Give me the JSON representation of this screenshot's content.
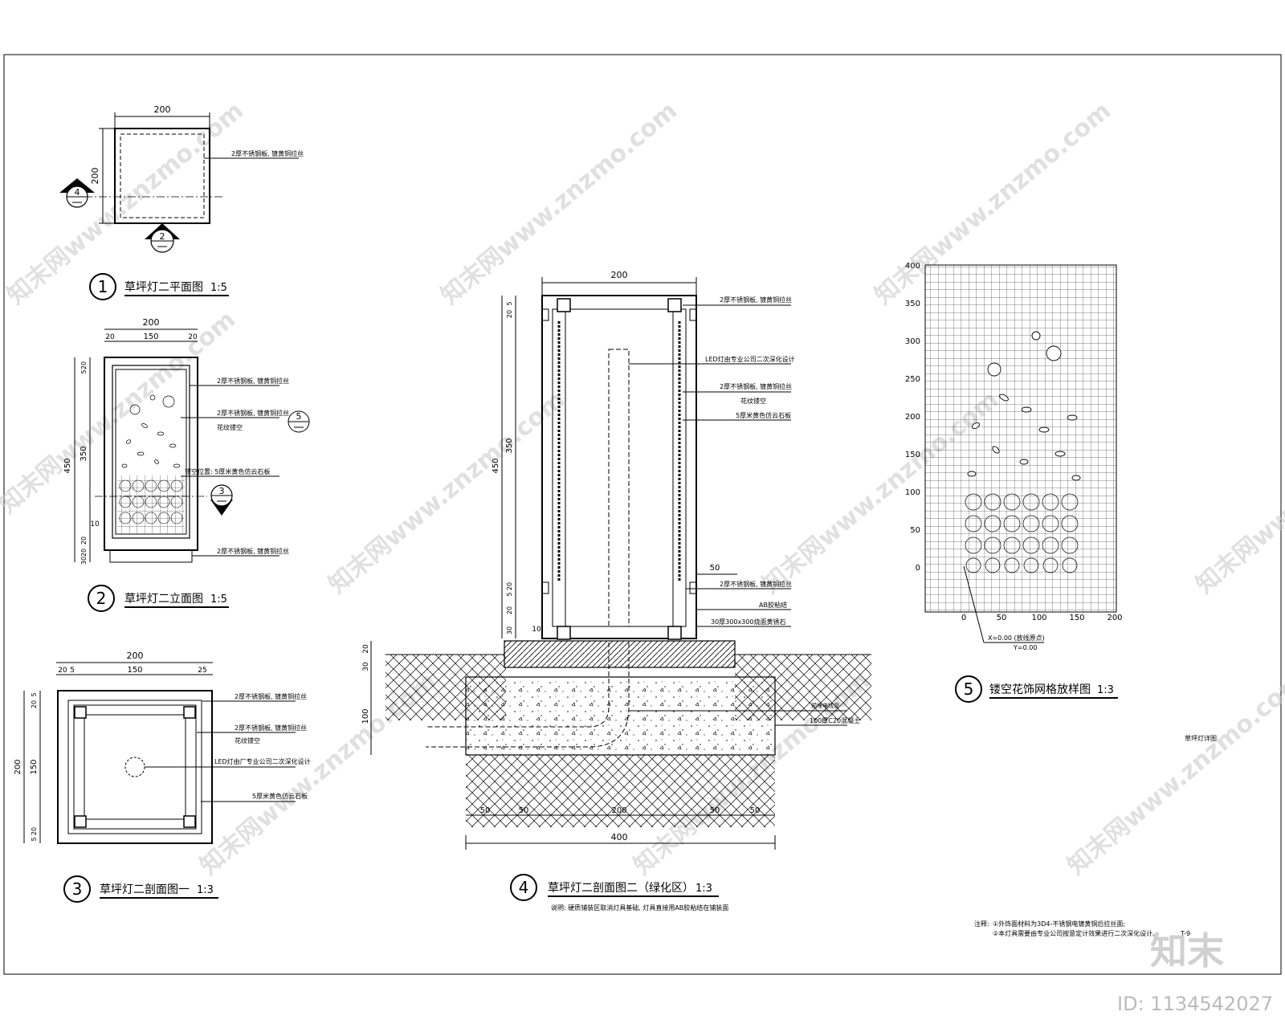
{
  "drawings": {
    "d1": {
      "num": "1",
      "title": "草坪灯二平面图",
      "scale": "1:5",
      "dim_w": "200",
      "dim_h": "200",
      "note": "2厚不锈钢板, 镀黄铜拉丝",
      "cut_a": "4",
      "cut_b": "2"
    },
    "d2": {
      "num": "2",
      "title": "草坪灯二立面图",
      "scale": "1:5",
      "dim_w": "200",
      "dim_sub": [
        "20",
        "150",
        "20"
      ],
      "dim_v": [
        "20",
        "5",
        "350",
        "450",
        "10",
        "20",
        "30",
        "20"
      ],
      "notes": [
        "2厚不锈钢板, 镀黄铜拉丝",
        "2厚不锈钢板, 镀黄铜拉丝",
        "花纹镂空",
        "镂空位置: 5厚米黄色仿云石板",
        "2厚不锈钢板, 镀黄铜拉丝"
      ],
      "ref_a": "5",
      "ref_b": "3"
    },
    "d3": {
      "num": "3",
      "title": "草坪灯二剖面图一",
      "scale": "1:3",
      "dim_w": "200",
      "dim_sub": [
        "20",
        "5",
        "150",
        "25"
      ],
      "dim_v": [
        "5",
        "20",
        "200",
        "150",
        "20",
        "5"
      ],
      "notes": [
        "2厚不锈钢板, 镀黄铜拉丝",
        "2厚不锈钢板, 镀黄铜拉丝",
        "花纹镂空",
        "LED灯由厂专业公司二次深化设计",
        "5厚米黄色仿云石板"
      ]
    },
    "d4": {
      "num": "4",
      "title": "草坪灯二剖面图二（绿化区）",
      "scale": "1:3",
      "note": "说明: 硬质铺装区取消灯具基础, 灯具直接用AB胶粘结在铺装面",
      "dim_top": "200",
      "dim_v": [
        "5",
        "20",
        "350",
        "450",
        "20",
        "5",
        "20",
        "30",
        "10"
      ],
      "dim_left": [
        "20",
        "30",
        "100"
      ],
      "dim_bottom": [
        "50",
        "50",
        "200",
        "50",
        "50"
      ],
      "dim_total": "400",
      "dim_50": "50",
      "notes": [
        "2厚不锈钢板, 镀黄铜拉丝",
        "LED灯由专业公司二次深化设计",
        "2厚不锈钢板, 镀黄铜拉丝",
        "花纹镂空",
        "5厚米黄色仿云石板",
        "2厚不锈钢板, 镀黄铜拉丝",
        "AB胶粘结",
        "30厚300x300烧面黄锈石",
        "预埋电线管",
        "100厚C20混凝土"
      ]
    },
    "d5": {
      "num": "5",
      "title": "镂空花饰网格放样图",
      "scale": "1:3",
      "y_ticks": [
        "400",
        "350",
        "300",
        "250",
        "200",
        "150",
        "100",
        "50",
        "0"
      ],
      "x_ticks": [
        "0",
        "50",
        "100",
        "150",
        "200"
      ],
      "origin_x": "X=0.00 (放线原点)",
      "origin_y": "Y=0.00"
    }
  },
  "right_note": "草坪灯详图",
  "footer": {
    "label": "注释:",
    "line1": "①外饰面材料为3D4-不锈钢电镀黄铜后拉丝面;",
    "line2": "②本灯具需要由专业公司按意定计效果进行二次深化设计。",
    "sheet": "T-9"
  },
  "watermark": "知末网www.znzmo.com",
  "brand": {
    "logo": "知末",
    "id": "ID: 1134542027"
  }
}
